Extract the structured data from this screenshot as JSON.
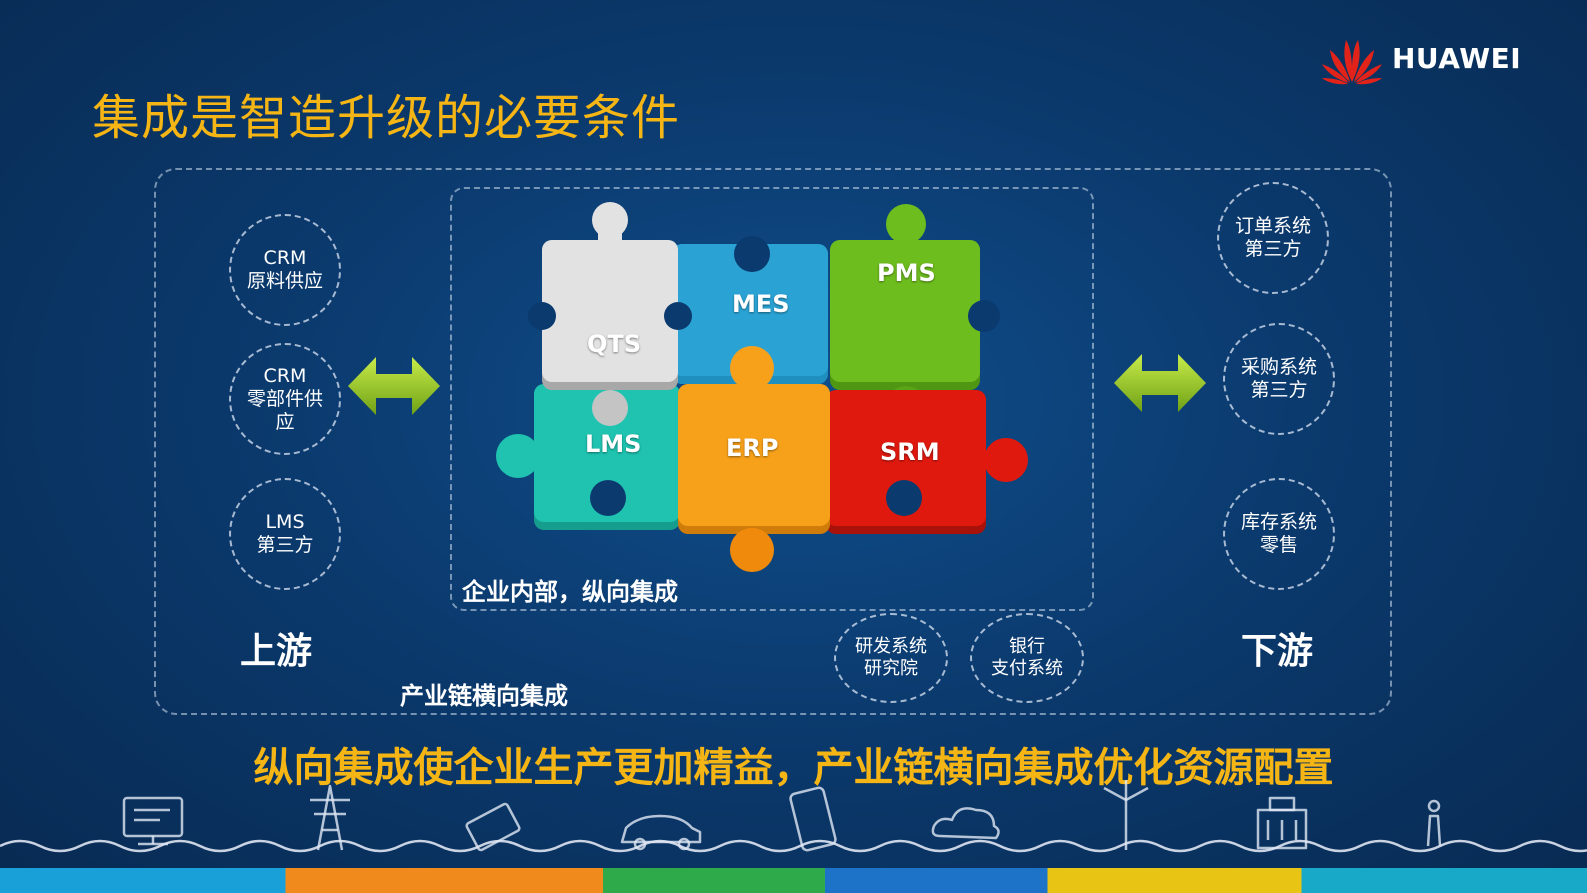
{
  "brand": {
    "name": "HUAWEI"
  },
  "title": "集成是智造升级的必要条件",
  "upstream": {
    "label": "上游",
    "items": [
      {
        "line1": "CRM",
        "line2": "原料供应",
        "line3": ""
      },
      {
        "line1": "CRM",
        "line2": "零部件供",
        "line3": "应"
      },
      {
        "line1": "LMS",
        "line2": "第三方",
        "line3": ""
      }
    ]
  },
  "downstream": {
    "label": "下游",
    "items": [
      {
        "line1": "订单系统",
        "line2": "第三方"
      },
      {
        "line1": "采购系统",
        "line2": "第三方"
      },
      {
        "line1": "库存系统",
        "line2": "零售"
      }
    ]
  },
  "bottom_nodes": [
    {
      "line1": "研发系统",
      "line2": "研究院"
    },
    {
      "line1": "银行",
      "line2": "支付系统"
    }
  ],
  "internal_label": "企业内部，纵向集成",
  "industry_label": "产业链横向集成",
  "puzzle": {
    "pieces": [
      {
        "name": "QTS",
        "color": "#d9d9d9"
      },
      {
        "name": "MES",
        "color": "#2aa3d4"
      },
      {
        "name": "PMS",
        "color": "#6ebd1e"
      },
      {
        "name": "LMS",
        "color": "#1fc3b0"
      },
      {
        "name": "ERP",
        "color": "#f7a11a"
      },
      {
        "name": "SRM",
        "color": "#e0190f"
      }
    ]
  },
  "slogan": "纵向集成使企业生产更加精益，产业链横向集成优化资源配置",
  "colors": {
    "title": "#f5b514",
    "arrow": "#9ed22a",
    "logo_red": "#e2231a"
  }
}
